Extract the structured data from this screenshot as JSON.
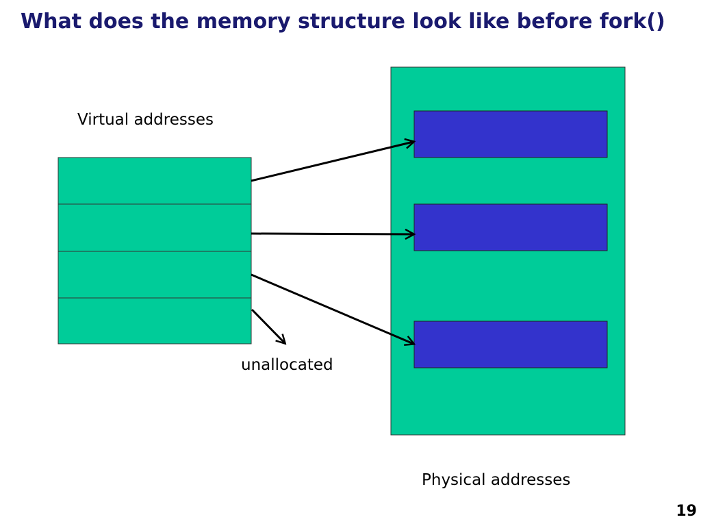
{
  "slide": {
    "title": "What does the memory structure look like before fork()",
    "page_number": "19"
  },
  "labels": {
    "virtual": "Virtual addresses",
    "unallocated": "unallocated",
    "physical": "Physical addresses"
  },
  "colors": {
    "page_fill": "#00cc99",
    "frame_fill": "#3333cc",
    "arrow": "#000000",
    "title": "#1a1a6e"
  }
}
